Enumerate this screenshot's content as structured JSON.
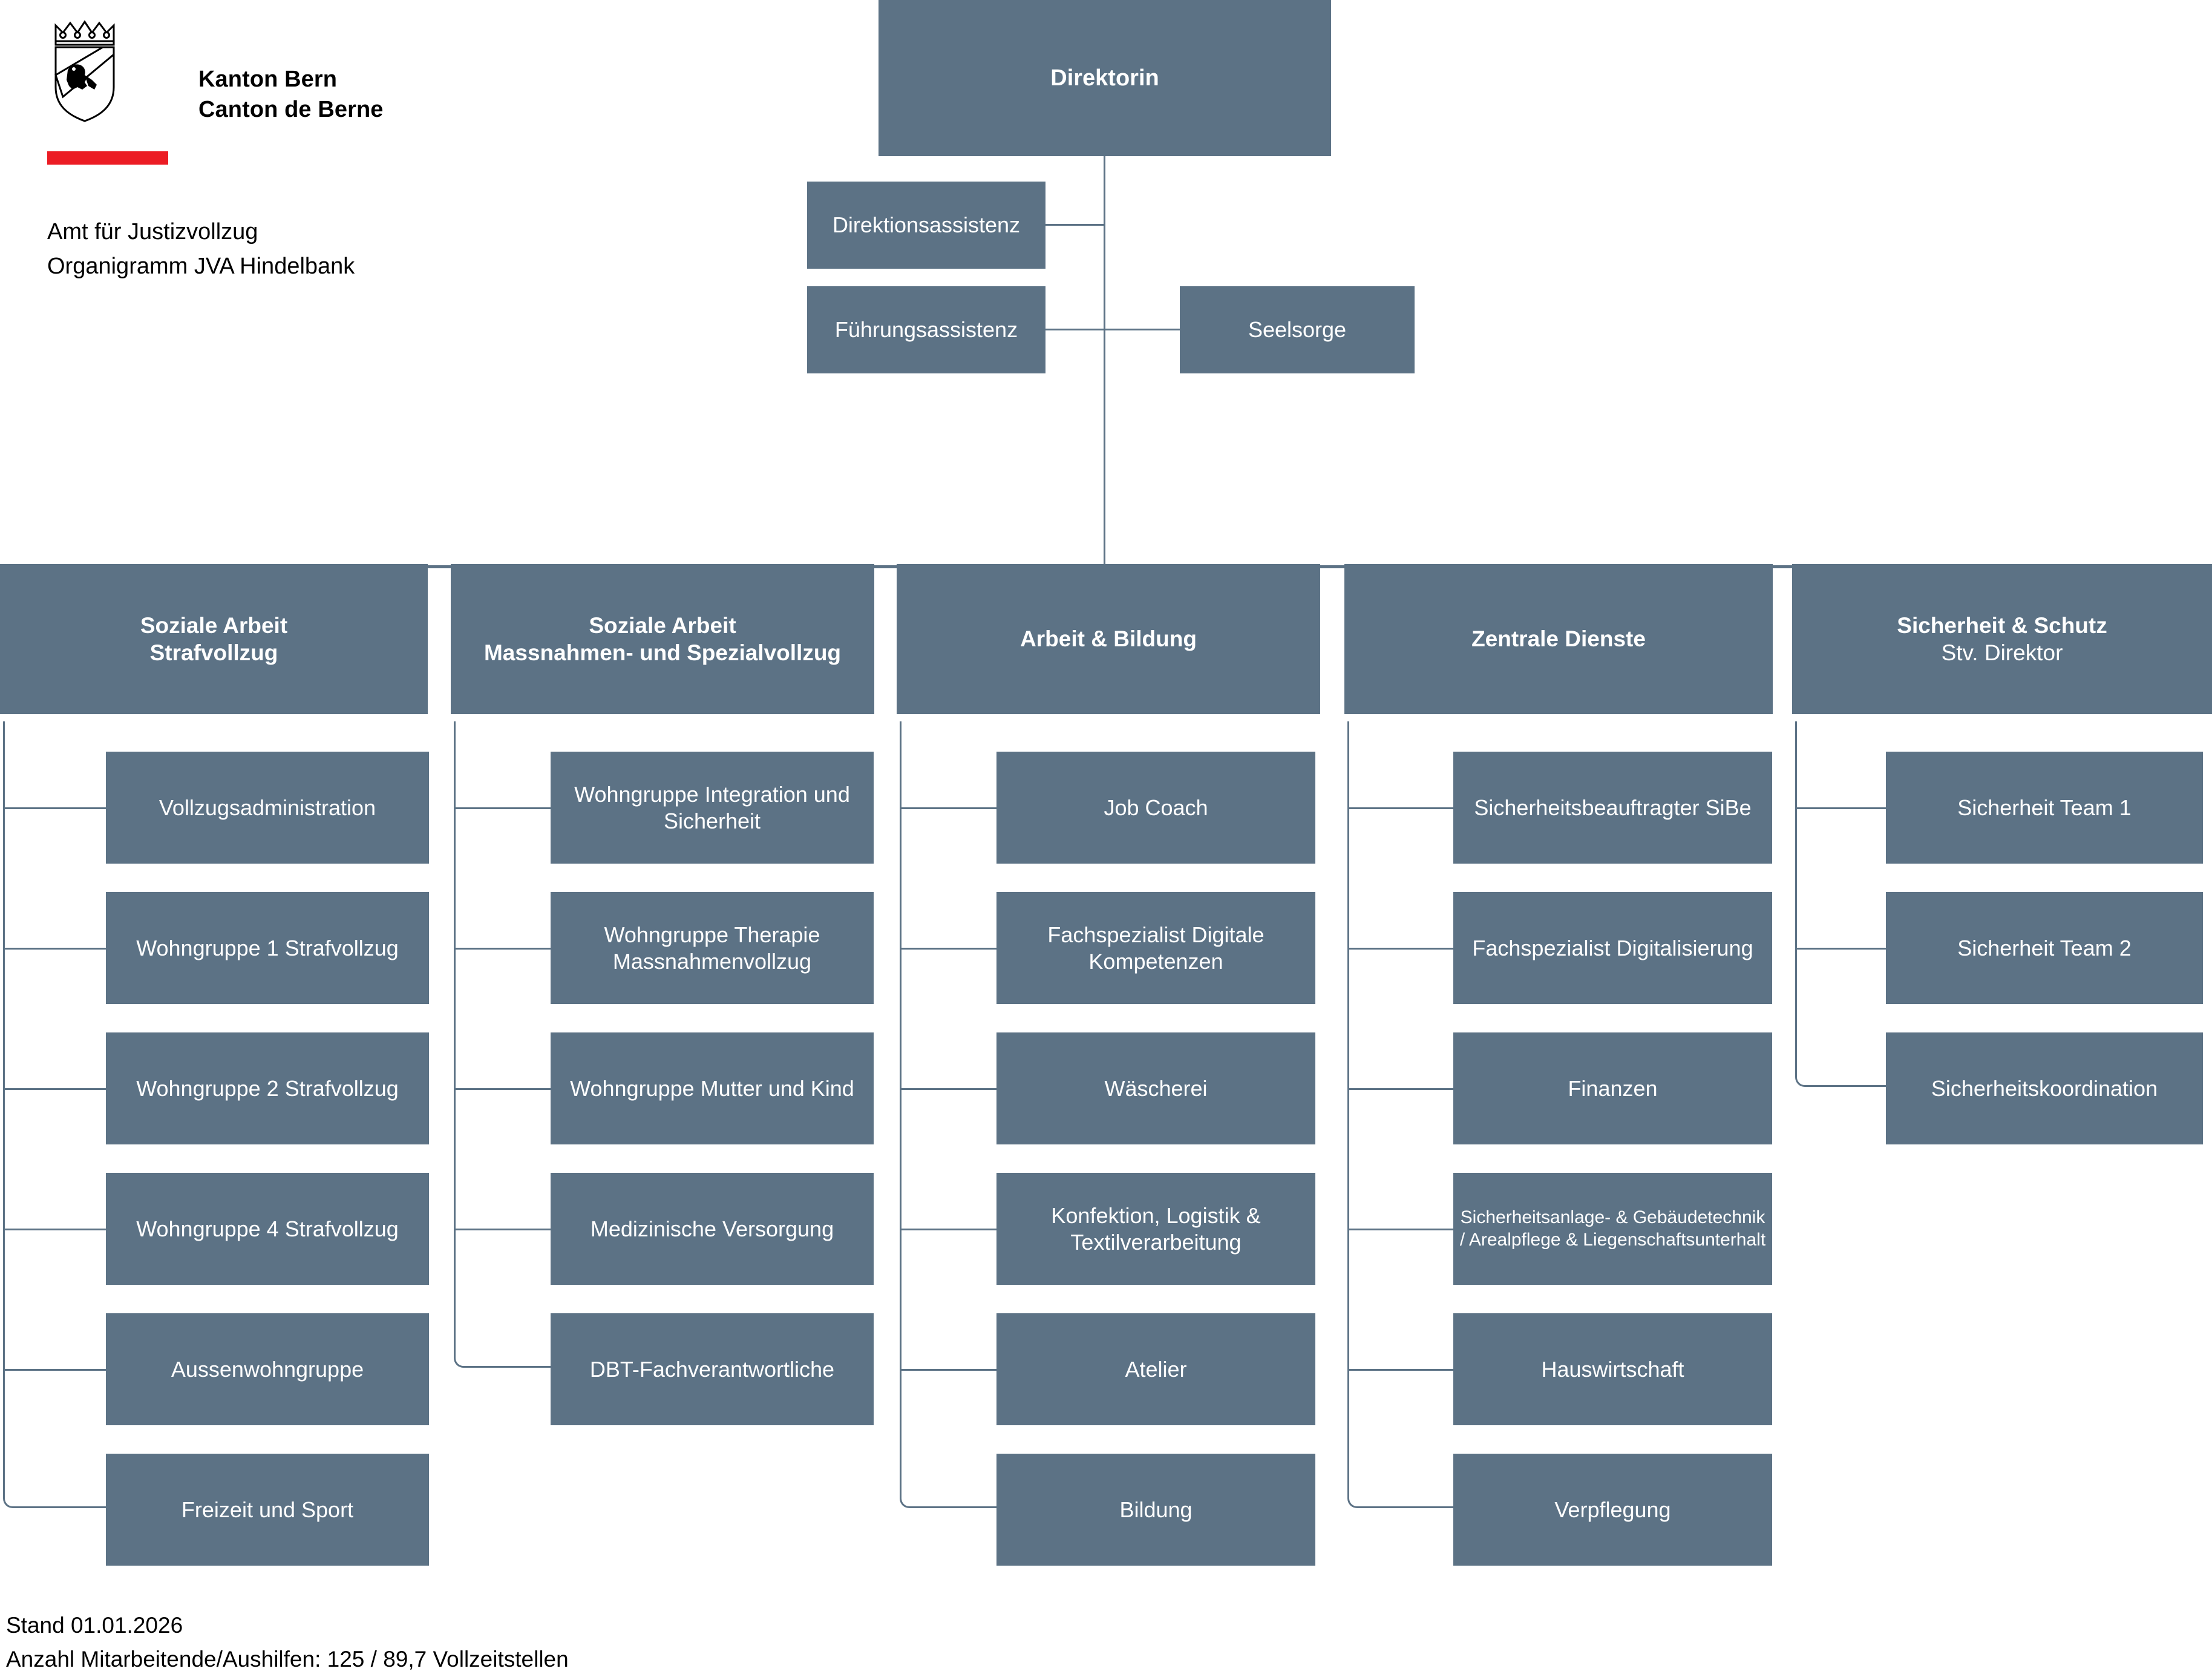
{
  "header": {
    "canton_line1": "Kanton Bern",
    "canton_line2": "Canton de Berne",
    "office_line1": "Amt für Justizvollzug",
    "office_line2": "Organigramm JVA Hindelbank",
    "accent_color": "#EC1C24",
    "coat_of_arms_alt": "coat-of-arms-bern"
  },
  "colors": {
    "box_fill": "#5C7285",
    "box_text": "#FFFFFF",
    "connector": "#5C7285",
    "page_background": "#FFFFFF",
    "accent_red": "#EC1C24"
  },
  "org": {
    "root": {
      "label": "Direktorin"
    },
    "staff": [
      {
        "label": "Direktionsassistenz"
      },
      {
        "label": "Führungsassistenz"
      },
      {
        "label": "Seelsorge"
      }
    ],
    "departments": [
      {
        "title": "Soziale Arbeit",
        "subtitle": "Strafvollzug",
        "children": [
          {
            "label": "Vollzugsadministration"
          },
          {
            "label": "Wohngruppe 1 Strafvollzug"
          },
          {
            "label": "Wohngruppe 2 Strafvollzug"
          },
          {
            "label": "Wohngruppe 4 Strafvollzug"
          },
          {
            "label": "Aussenwohngruppe"
          },
          {
            "label": "Freizeit und Sport"
          }
        ]
      },
      {
        "title": "Soziale Arbeit",
        "subtitle": "Massnahmen- und Spezialvollzug",
        "children": [
          {
            "label": "Wohngruppe Integration und Sicherheit"
          },
          {
            "label": "Wohngruppe Therapie Massnahmenvollzug"
          },
          {
            "label": "Wohngruppe Mutter und Kind"
          },
          {
            "label": "Medizinische Versorgung"
          },
          {
            "label": "DBT-Fachverantwortliche"
          }
        ]
      },
      {
        "title": "Arbeit & Bildung",
        "subtitle": "",
        "children": [
          {
            "label": "Job Coach"
          },
          {
            "label": "Fachspezialist Digitale Kompetenzen"
          },
          {
            "label": "Wäscherei"
          },
          {
            "label": "Konfektion, Logistik & Textilverarbeitung"
          },
          {
            "label": "Atelier"
          },
          {
            "label": "Bildung"
          }
        ]
      },
      {
        "title": "Zentrale Dienste",
        "subtitle": "",
        "children": [
          {
            "label": "Sicherheitsbeauftragter SiBe"
          },
          {
            "label": "Fachspezialist Digitalisierung"
          },
          {
            "label": "Finanzen"
          },
          {
            "label": "Sicherheitsanlage- & Gebäudetechnik / Arealpflege & Liegenschaftsunterhalt"
          },
          {
            "label": "Hauswirtschaft"
          },
          {
            "label": "Verpflegung"
          }
        ]
      },
      {
        "title": "Sicherheit & Schutz",
        "subtitle": "Stv. Direktor",
        "children": [
          {
            "label": "Sicherheit Team 1"
          },
          {
            "label": "Sicherheit Team 2"
          },
          {
            "label": "Sicherheitskoordination"
          }
        ]
      }
    ]
  },
  "footer": {
    "line1": "Stand 01.01.2026",
    "line2": "Anzahl Mitarbeitende/Aushilfen: 125 / 89,7 Vollzeitstellen"
  }
}
